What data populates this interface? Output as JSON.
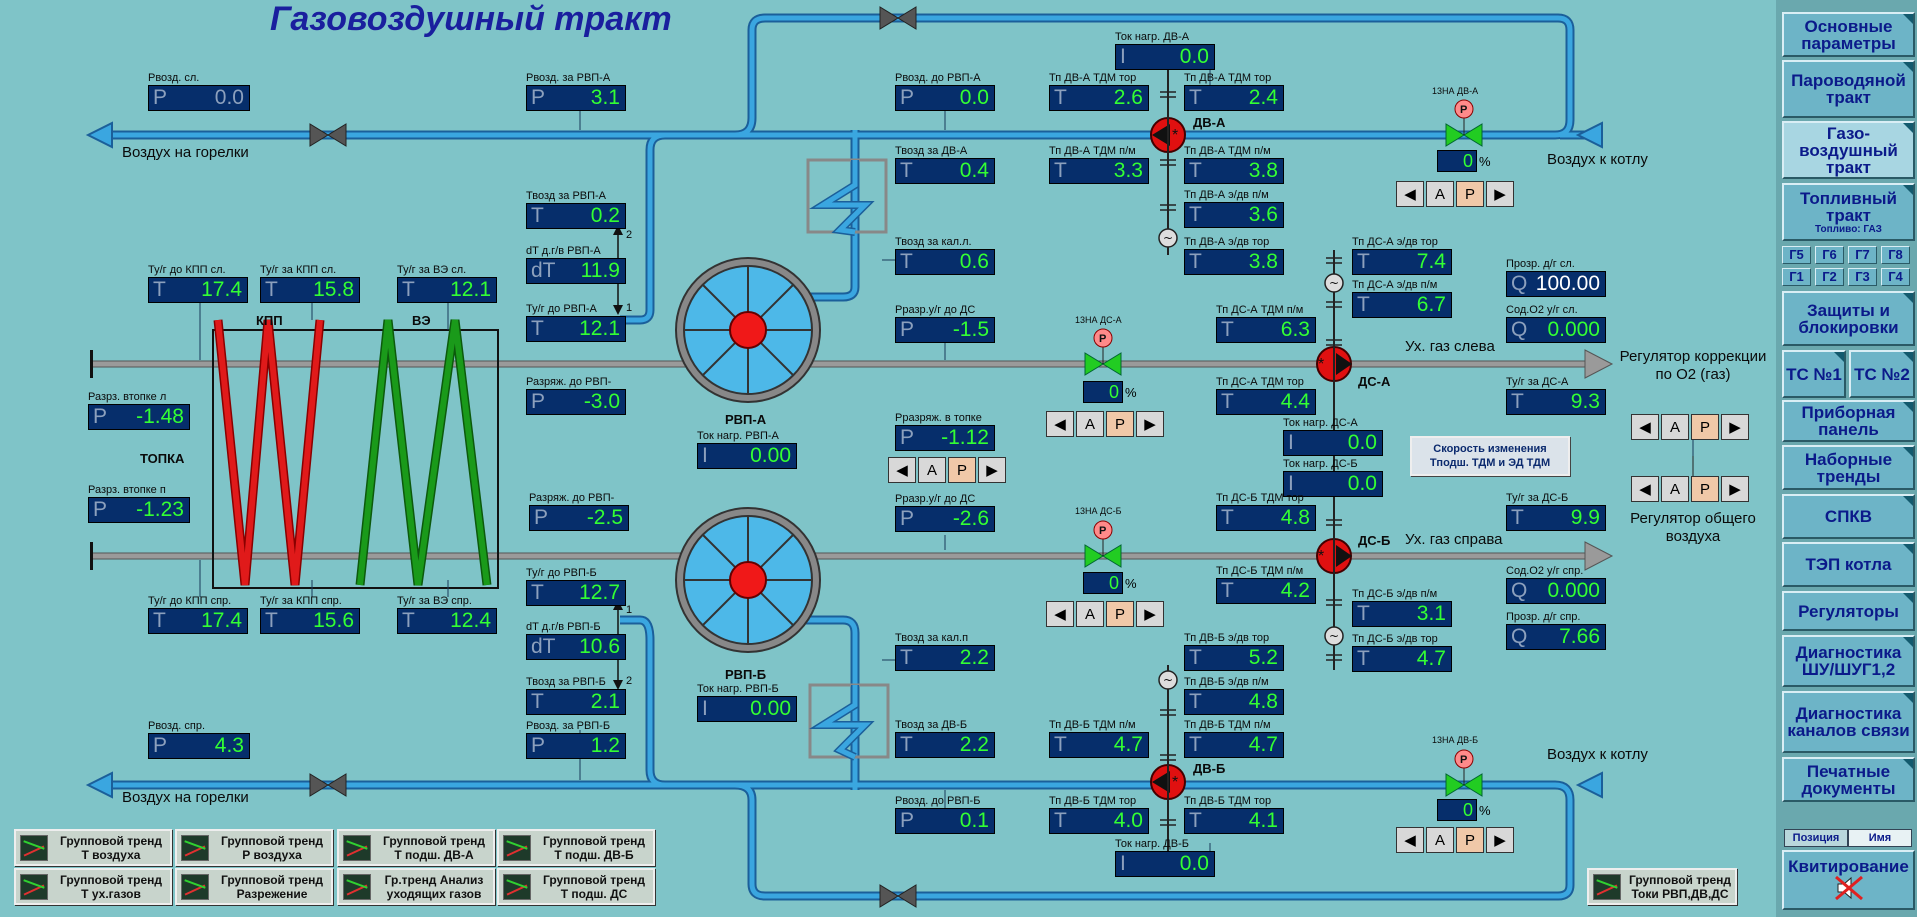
{
  "title": "Газовоздушный тракт",
  "labels": {
    "air_to_burners_top": "Воздух на горелки",
    "air_to_burners_bottom": "Воздух на горелки",
    "air_to_boiler_top": "Воздух к котлу",
    "air_to_boiler_bottom": "Воздух к котлу",
    "gas_left": "Ух. газ слева",
    "gas_right": "Ух. газ справа",
    "kpp": "КПП",
    "ve": "ВЭ",
    "topka": "ТОПКА",
    "rvp_a": "РВП-А",
    "rvp_b": "РВП-Б",
    "dv_a": "ДВ-А",
    "dv_b": "ДВ-Б",
    "ds_a": "ДС-А",
    "ds_b": "ДС-Б",
    "valve_dv_a": "13НА ДВ-А",
    "valve_dv_b": "13НА ДВ-Б",
    "valve_ds_a": "13НА ДС-А",
    "valve_ds_b": "13НА ДС-Б",
    "reg_o2": "Регулятор коррекции по О2 (газ)",
    "reg_air": "Регулятор общего воздуха",
    "arrow_1_top": "1",
    "arrow_2_top": "2",
    "arrow_1_bot": "1",
    "arrow_2_bot": "2"
  },
  "meters": {
    "pvozd_sl": {
      "label": "Рвозд. сл.",
      "letter": "Р",
      "value": "0.0"
    },
    "pvozd_spr": {
      "label": "Рвозд. спр.",
      "letter": "Р",
      "value": "4.3"
    },
    "pvozd_za_rvp_a": {
      "label": "Рвозд. за РВП-А",
      "letter": "Р",
      "value": "3.1"
    },
    "tvozd_za_rvp_a": {
      "label": "Твозд за РВП-А",
      "letter": "Т",
      "value": "0.2"
    },
    "dt_rvp_a": {
      "label": "dT д.г/в РВП-А",
      "letter": "dT",
      "value": "11.9"
    },
    "tug_do_rvp_a": {
      "label": "Ту/г до РВП-А",
      "letter": "Т",
      "value": "12.1"
    },
    "razr_do_rvp_a": {
      "label": "Разряж. до РВП-",
      "letter": "Р",
      "value": "-3.0"
    },
    "razr_do_rvp_b": {
      "label": "Разряж. до РВП-",
      "letter": "Р",
      "value": "-2.5"
    },
    "tug_do_rvp_b": {
      "label": "Ту/г до РВП-Б",
      "letter": "Т",
      "value": "12.7"
    },
    "dt_rvp_b": {
      "label": "dT д.г/в РВП-Б",
      "letter": "dT",
      "value": "10.6"
    },
    "tvozd_za_rvp_b": {
      "label": "Твозд за РВП-Б",
      "letter": "Т",
      "value": "2.1"
    },
    "pvozd_za_rvp_b": {
      "label": "Рвозд. за РВП-Б",
      "letter": "Р",
      "value": "1.2"
    },
    "tug_do_kpp_sl": {
      "label": "Ту/г до КПП сл.",
      "letter": "Т",
      "value": "17.4"
    },
    "tug_za_kpp_sl": {
      "label": "Ту/г за КПП сл.",
      "letter": "Т",
      "value": "15.8"
    },
    "tug_za_ve_sl": {
      "label": "Ту/г за ВЭ сл.",
      "letter": "Т",
      "value": "12.1"
    },
    "tug_do_kpp_spr": {
      "label": "Ту/г до КПП спр.",
      "letter": "Т",
      "value": "17.4"
    },
    "tug_za_kpp_spr": {
      "label": "Ту/г за КПП спр.",
      "letter": "Т",
      "value": "15.6"
    },
    "tug_za_ve_spr": {
      "label": "Ту/г за ВЭ спр.",
      "letter": "Т",
      "value": "12.4"
    },
    "razr_vtopke_l": {
      "label": "Разрз. втопке л",
      "letter": "Р",
      "value": "-1.48"
    },
    "razr_vtopke_p": {
      "label": "Разрз. втопке п",
      "letter": "Р",
      "value": "-1.23"
    },
    "tok_rvp_a": {
      "label": "Ток нагр. РВП-А",
      "letter": "I",
      "value": "0.00"
    },
    "tok_rvp_b": {
      "label": "Ток нагр. РВП-Б",
      "letter": "I",
      "value": "0.00"
    },
    "pvozd_do_rvp_a": {
      "label": "Рвозд. до РВП-А",
      "letter": "Р",
      "value": "0.0"
    },
    "tvozd_za_dv_a": {
      "label": "Твозд за ДВ-А",
      "letter": "Т",
      "value": "0.4"
    },
    "tvozd_za_kal_a": {
      "label": "Твозд за кал.л.",
      "letter": "Т",
      "value": "0.6"
    },
    "rrazr_do_ds": {
      "label": "Рразр.у/г до ДС",
      "letter": "Р",
      "value": "-1.5"
    },
    "rrazr_v_topke": {
      "label": "Рразряж. в топке",
      "letter": "Р",
      "value": "-1.12"
    },
    "rrazr_do_ds_b": {
      "label": "Рразр.у/г до ДС",
      "letter": "Р",
      "value": "-2.6"
    },
    "tvozd_za_kal_b": {
      "label": "Твозд за кал.п",
      "letter": "Т",
      "value": "2.2"
    },
    "tvozd_za_dv_b": {
      "label": "Твозд за ДВ-Б",
      "letter": "Т",
      "value": "2.2"
    },
    "pvozd_do_rvp_b": {
      "label": "Рвозд. до РВП-Б",
      "letter": "Р",
      "value": "0.1"
    },
    "tok_dv_a": {
      "label": "Ток нагр. ДВ-А",
      "letter": "I",
      "value": "0.0"
    },
    "tp_dv_a_tdm_tor_l": {
      "label": "Тп ДВ-А ТДМ тор",
      "letter": "Т",
      "value": "2.6"
    },
    "tp_dv_a_tdm_tor_r": {
      "label": "Тп ДВ-А ТДМ тор",
      "letter": "Т",
      "value": "2.4"
    },
    "tp_dv_a_tdm_pm_l": {
      "label": "Тп ДВ-А ТДМ п/м",
      "letter": "Т",
      "value": "3.3"
    },
    "tp_dv_a_tdm_pm_r": {
      "label": "Тп ДВ-А ТДМ п/м",
      "letter": "Т",
      "value": "3.8"
    },
    "tp_dv_a_ed_pm": {
      "label": "Тп ДВ-А э/дв п/м",
      "letter": "Т",
      "value": "3.6"
    },
    "tp_dv_a_ed_tor": {
      "label": "Тп ДВ-А э/дв тор",
      "letter": "Т",
      "value": "3.8"
    },
    "tp_ds_a_ed_tor": {
      "label": "Тп ДС-А э/дв тор",
      "letter": "Т",
      "value": "7.4"
    },
    "tp_ds_a_ed_pm": {
      "label": "Тп ДС-А э/дв п/м",
      "letter": "Т",
      "value": "6.7"
    },
    "tp_ds_a_tdm_pm": {
      "label": "Тп ДС-А ТДМ п/м",
      "letter": "Т",
      "value": "6.3"
    },
    "tp_ds_a_tdm_tor": {
      "label": "Тп ДС-А ТДМ тор",
      "letter": "Т",
      "value": "4.4"
    },
    "tok_ds_a": {
      "label": "Ток нагр. ДС-А",
      "letter": "I",
      "value": "0.0"
    },
    "tok_ds_b": {
      "label": "Ток нагр. ДС-Б",
      "letter": "I",
      "value": "0.0"
    },
    "tp_ds_b_tdm_tor": {
      "label": "Тп ДС-Б ТДМ тор",
      "letter": "Т",
      "value": "4.8"
    },
    "tp_ds_b_tdm_pm": {
      "label": "Тп ДС-Б ТДМ п/м",
      "letter": "Т",
      "value": "4.2"
    },
    "tp_ds_b_ed_pm": {
      "label": "Тп ДС-Б э/дв п/м",
      "letter": "Т",
      "value": "3.1"
    },
    "tp_ds_b_ed_tor": {
      "label": "Тп ДС-Б э/дв тор",
      "letter": "Т",
      "value": "4.7"
    },
    "tp_dv_b_ed_tor": {
      "label": "Тп ДВ-Б э/дв тор",
      "letter": "Т",
      "value": "5.2"
    },
    "tp_dv_b_ed_pm": {
      "label": "Тп ДВ-Б э/дв п/м",
      "letter": "Т",
      "value": "4.8"
    },
    "tp_dv_b_tdm_pm_l": {
      "label": "Тп ДВ-Б ТДМ п/м",
      "letter": "Т",
      "value": "4.7"
    },
    "tp_dv_b_tdm_pm_r": {
      "label": "Тп ДВ-Б ТДМ п/м",
      "letter": "Т",
      "value": "4.7"
    },
    "tp_dv_b_tdm_tor_l": {
      "label": "Тп ДВ-Б ТДМ тор",
      "letter": "Т",
      "value": "4.0"
    },
    "tp_dv_b_tdm_tor_r": {
      "label": "Тп ДВ-Б ТДМ тор",
      "letter": "Т",
      "value": "4.1"
    },
    "tok_dv_b": {
      "label": "Ток нагр. ДВ-Б",
      "letter": "I",
      "value": "0.0"
    },
    "prozr_sl": {
      "label": "Прозр. д/г сл.",
      "letter": "Q",
      "value": "100.00"
    },
    "sod_o2_sl": {
      "label": "Сод.О2 у/г сл.",
      "letter": "Q",
      "value": "0.000"
    },
    "tug_za_ds_a": {
      "label": "Ту/г за ДС-А",
      "letter": "Т",
      "value": "9.3"
    },
    "tug_za_ds_b": {
      "label": "Ту/г за ДС-Б",
      "letter": "Т",
      "value": "9.9"
    },
    "sod_o2_spr": {
      "label": "Сод.О2 у/г спр.",
      "letter": "Q",
      "value": "0.000"
    },
    "prozr_spr": {
      "label": "Прозр. д/г спр.",
      "letter": "Q",
      "value": "7.66"
    }
  },
  "percents": {
    "dv_a": "0",
    "dv_b": "0",
    "ds_a": "0",
    "ds_b": "0",
    "symbol": "%"
  },
  "ctrl": {
    "a": "А",
    "r": "Р",
    "left": "◀",
    "right": "▶"
  },
  "speed_button": {
    "line1": "Скорость изменения",
    "line2": "Тподш. ТДМ и ЭД ТДМ"
  },
  "trends": [
    {
      "l1": "Групповой тренд",
      "l2": "Т воздуха"
    },
    {
      "l1": "Групповой тренд",
      "l2": "Р воздуха"
    },
    {
      "l1": "Групповой тренд",
      "l2": "Т подш. ДВ-А"
    },
    {
      "l1": "Групповой тренд",
      "l2": "Т подш. ДВ-Б"
    },
    {
      "l1": "Групповой тренд",
      "l2": "Т ух.газов"
    },
    {
      "l1": "Групповой тренд",
      "l2": "Разрежение"
    },
    {
      "l1": "Гр.тренд Анализ",
      "l2": "уходящих газов"
    },
    {
      "l1": "Групповой тренд",
      "l2": "Т подш. ДС"
    },
    {
      "l1": "Групповой тренд",
      "l2": "Токи РВП,ДВ,ДС"
    }
  ],
  "nav": {
    "b1": "Основные параметры",
    "b2": "Пароводяной тракт",
    "b3": "Газо-воздушный тракт",
    "b4": "Топливный тракт",
    "b4_sub": "Топливо: ГАЗ",
    "g": [
      "Г5",
      "Г6",
      "Г7",
      "Г8",
      "Г1",
      "Г2",
      "Г3",
      "Г4"
    ],
    "b5": "Защиты и блокировки",
    "tc1": "ТС №1",
    "tc2": "ТС №2",
    "b6": "Приборная панель",
    "b7": "Наборные тренды",
    "b8": "СПКВ",
    "b9": "ТЭП котла",
    "b10": "Регуляторы",
    "b11": "Диагностика ШУ/ШУГ1,2",
    "b12": "Диагностика каналов связи",
    "b13": "Печатные документы",
    "tab_pos": "Позиция",
    "tab_name": "Имя",
    "kvit": "Квитирование"
  },
  "colors": {
    "air_pipe": "#3aa6e0",
    "gas_pipe": "#9a9a9a",
    "value_green": "#33ff33",
    "meter_bg": "#062e6b",
    "coil_red": "#e01a1a",
    "coil_green": "#1a9a1a"
  }
}
